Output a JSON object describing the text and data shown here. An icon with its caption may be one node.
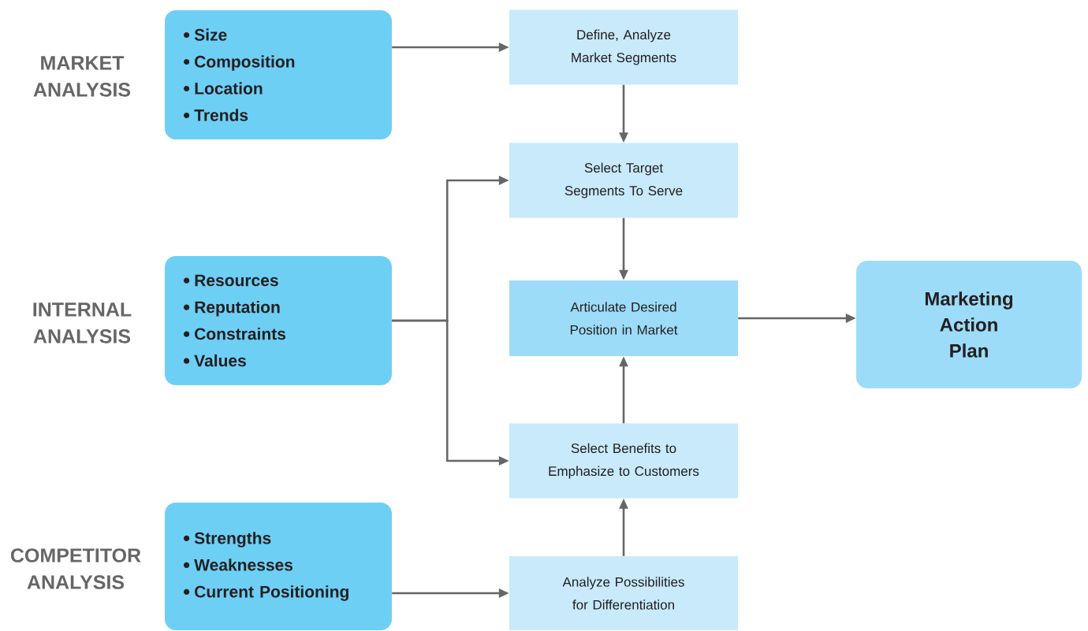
{
  "diagram": {
    "nodes": [
      {
        "text": [
          "Size",
          "Composition",
          "Location",
          "Trends"
        ]
      },
      {
        "text": [
          "Resources",
          "Reputation",
          "Constraints",
          "Values"
        ]
      },
      {
        "text": [
          "Strengths",
          "Weaknesses",
          "Current Positioning"
        ]
      },
      {
        "text": [
          "Define, Analyze Market Segments"
        ]
      },
      {
        "text": [
          "Select Target Segments To Serve"
        ]
      },
      {
        "text": [
          "Articulate Desired Position in Market"
        ]
      },
      {
        "text": [
          "Select Benefits to Emphasize to Customers"
        ]
      },
      {
        "text": [
          "Analyze Possibilities for Differentiation"
        ]
      },
      {
        "text": [
          "Marketing Action Plan"
        ]
      }
    ],
    "edges": [
      {
        "from": 0,
        "to": 3,
        "arrow": "to"
      },
      {
        "from": 3,
        "to": 4,
        "arrow": "to"
      },
      {
        "from": 1,
        "to": 4,
        "arrow": "to"
      },
      {
        "from": 1,
        "to": 6,
        "arrow": "to"
      },
      {
        "from": 4,
        "to": 5,
        "arrow": "to"
      },
      {
        "from": 6,
        "to": 5,
        "arrow": "to"
      },
      {
        "from": 7,
        "to": 6,
        "arrow": "to"
      },
      {
        "from": 2,
        "to": 7,
        "arrow": "to"
      },
      {
        "from": 5,
        "to": 8,
        "arrow": "to"
      }
    ],
    "labels": [
      "MARKET ANALYSIS",
      "INTERNAL ANALYSIS",
      "COMPETITOR ANALYSIS"
    ]
  }
}
